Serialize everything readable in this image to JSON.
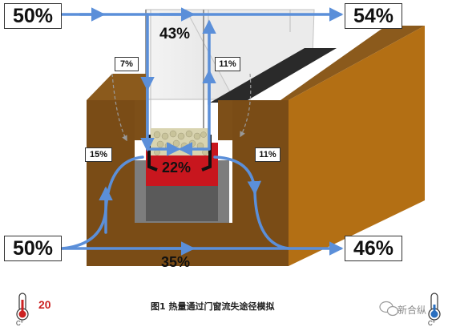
{
  "labels": {
    "top_left": "50%",
    "top_right": "54%",
    "glass": "43%",
    "left_out": "7%",
    "right_out": "11%",
    "wall_left": "15%",
    "wall_right": "11%",
    "center": "22%",
    "bottom_left": "50%",
    "bottom_right": "46%",
    "bottom_center": "35%"
  },
  "caption": "图1 热量通过门窗流失途径模拟",
  "temperature_left": "20",
  "watermark": "新合纵",
  "colors": {
    "wall_front": "#7a4c16",
    "wall_top": "#8b5a1c",
    "wall_right": "#b36f14",
    "arrow": "#5b8fd9",
    "frame_red": "#c8161e",
    "frame_gray": "#7d7d7d"
  },
  "icons": [
    "thermometer-icon",
    "wechat-icon"
  ]
}
